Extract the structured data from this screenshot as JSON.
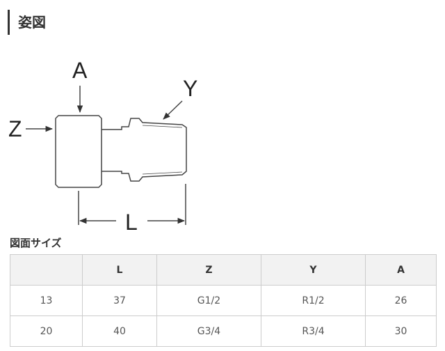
{
  "title": "姿図",
  "diagram": {
    "labels": {
      "a": "A",
      "z": "Z",
      "y": "Y",
      "l": "L"
    }
  },
  "size_section": {
    "title": "図面サイズ",
    "headers": [
      "",
      "L",
      "Z",
      "Y",
      "A"
    ],
    "rows": [
      [
        "13",
        "37",
        "G1/2",
        "R1/2",
        "26"
      ],
      [
        "20",
        "40",
        "G3/4",
        "R3/4",
        "30"
      ]
    ]
  }
}
